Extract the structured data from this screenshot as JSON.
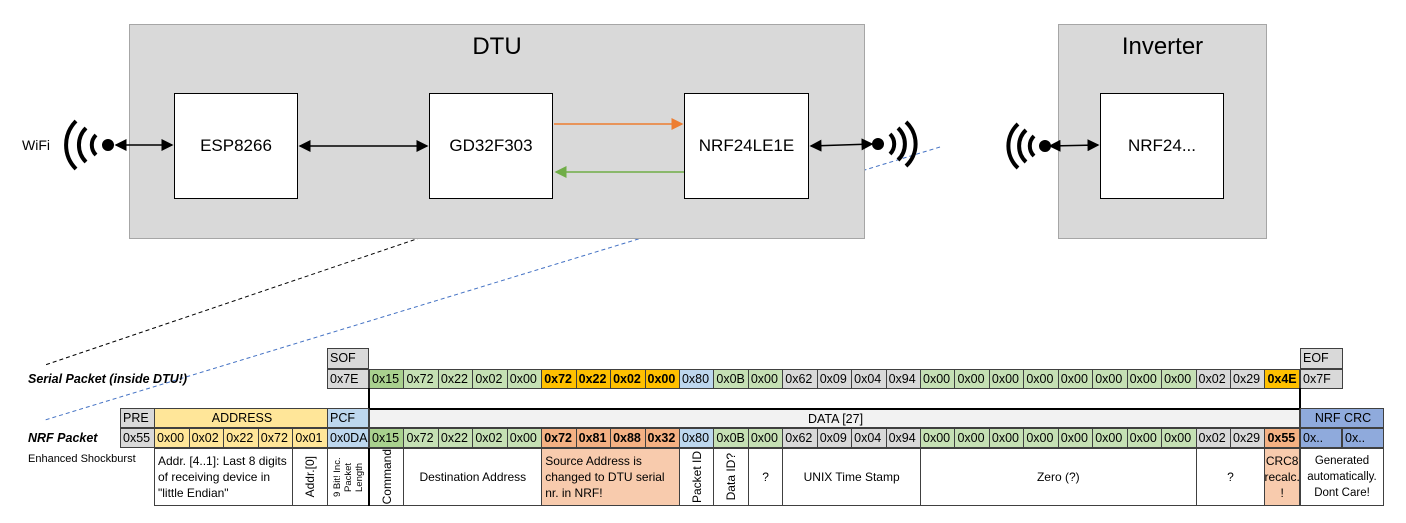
{
  "diagram": {
    "wifi_label": "WiFi",
    "dtu": {
      "title": "DTU",
      "chips": [
        "ESP8266",
        "GD32F303",
        "NRF24LE1E"
      ]
    },
    "inverter": {
      "title": "Inverter",
      "chip": "NRF24..."
    },
    "colors": {
      "arrow_to_nrf": "#ed7d31",
      "arrow_to_gd": "#70ad47",
      "box": "#d9d9d9"
    }
  },
  "serial": {
    "label": "Serial Packet (inside DTU!)",
    "sof_header": "SOF",
    "sof": "0x7E",
    "eof_header": "EOF",
    "eof": "0x7F",
    "bytes": [
      "0x15",
      "0x72",
      "0x22",
      "0x02",
      "0x00",
      "0x72",
      "0x22",
      "0x02",
      "0x00",
      "0x80",
      "0x0B",
      "0x00",
      "0x62",
      "0x09",
      "0x04",
      "0x94",
      "0x00",
      "0x00",
      "0x00",
      "0x00",
      "0x00",
      "0x00",
      "0x00",
      "0x00",
      "0x02",
      "0x29",
      "0x4E"
    ]
  },
  "nrf": {
    "label": "NRF Packet",
    "sublabel": "Enhanced Shockburst",
    "pre_header": "PRE",
    "pre": "0x55",
    "address_header": "ADDRESS",
    "address": [
      "0x00",
      "0x02",
      "0x22",
      "0x72",
      "0x01"
    ],
    "pcf_header": "PCF",
    "pcf": "0x0DA",
    "data_header": "DATA [27]",
    "bytes": [
      "0x15",
      "0x72",
      "0x22",
      "0x02",
      "0x00",
      "0x72",
      "0x81",
      "0x88",
      "0x32",
      "0x80",
      "0x0B",
      "0x00",
      "0x62",
      "0x09",
      "0x04",
      "0x94",
      "0x00",
      "0x00",
      "0x00",
      "0x00",
      "0x00",
      "0x00",
      "0x00",
      "0x00",
      "0x02",
      "0x29",
      "0x55"
    ],
    "crc_header": "NRF CRC",
    "crc": [
      "0x..",
      "0x.."
    ]
  },
  "descriptions": {
    "addr41": "Addr. [4..1]: Last 8 digits of receiving device in \"little Endian\"",
    "addr0": "Addr.[0]",
    "pcf": "9 Bit! Inc. Packet Length",
    "command": "Command",
    "dest": "Destination Address",
    "source": "Source Address is changed to DTU serial nr. in NRF!",
    "packet_id": "Packet ID",
    "data_id": "Data ID?",
    "unknown1": "?",
    "unix": "UNIX Time Stamp",
    "zero": "Zero (?)",
    "unknown2": "?",
    "crc8": "CRC8 recalc. !",
    "crc": "Generated automatically. Dont Care!"
  }
}
